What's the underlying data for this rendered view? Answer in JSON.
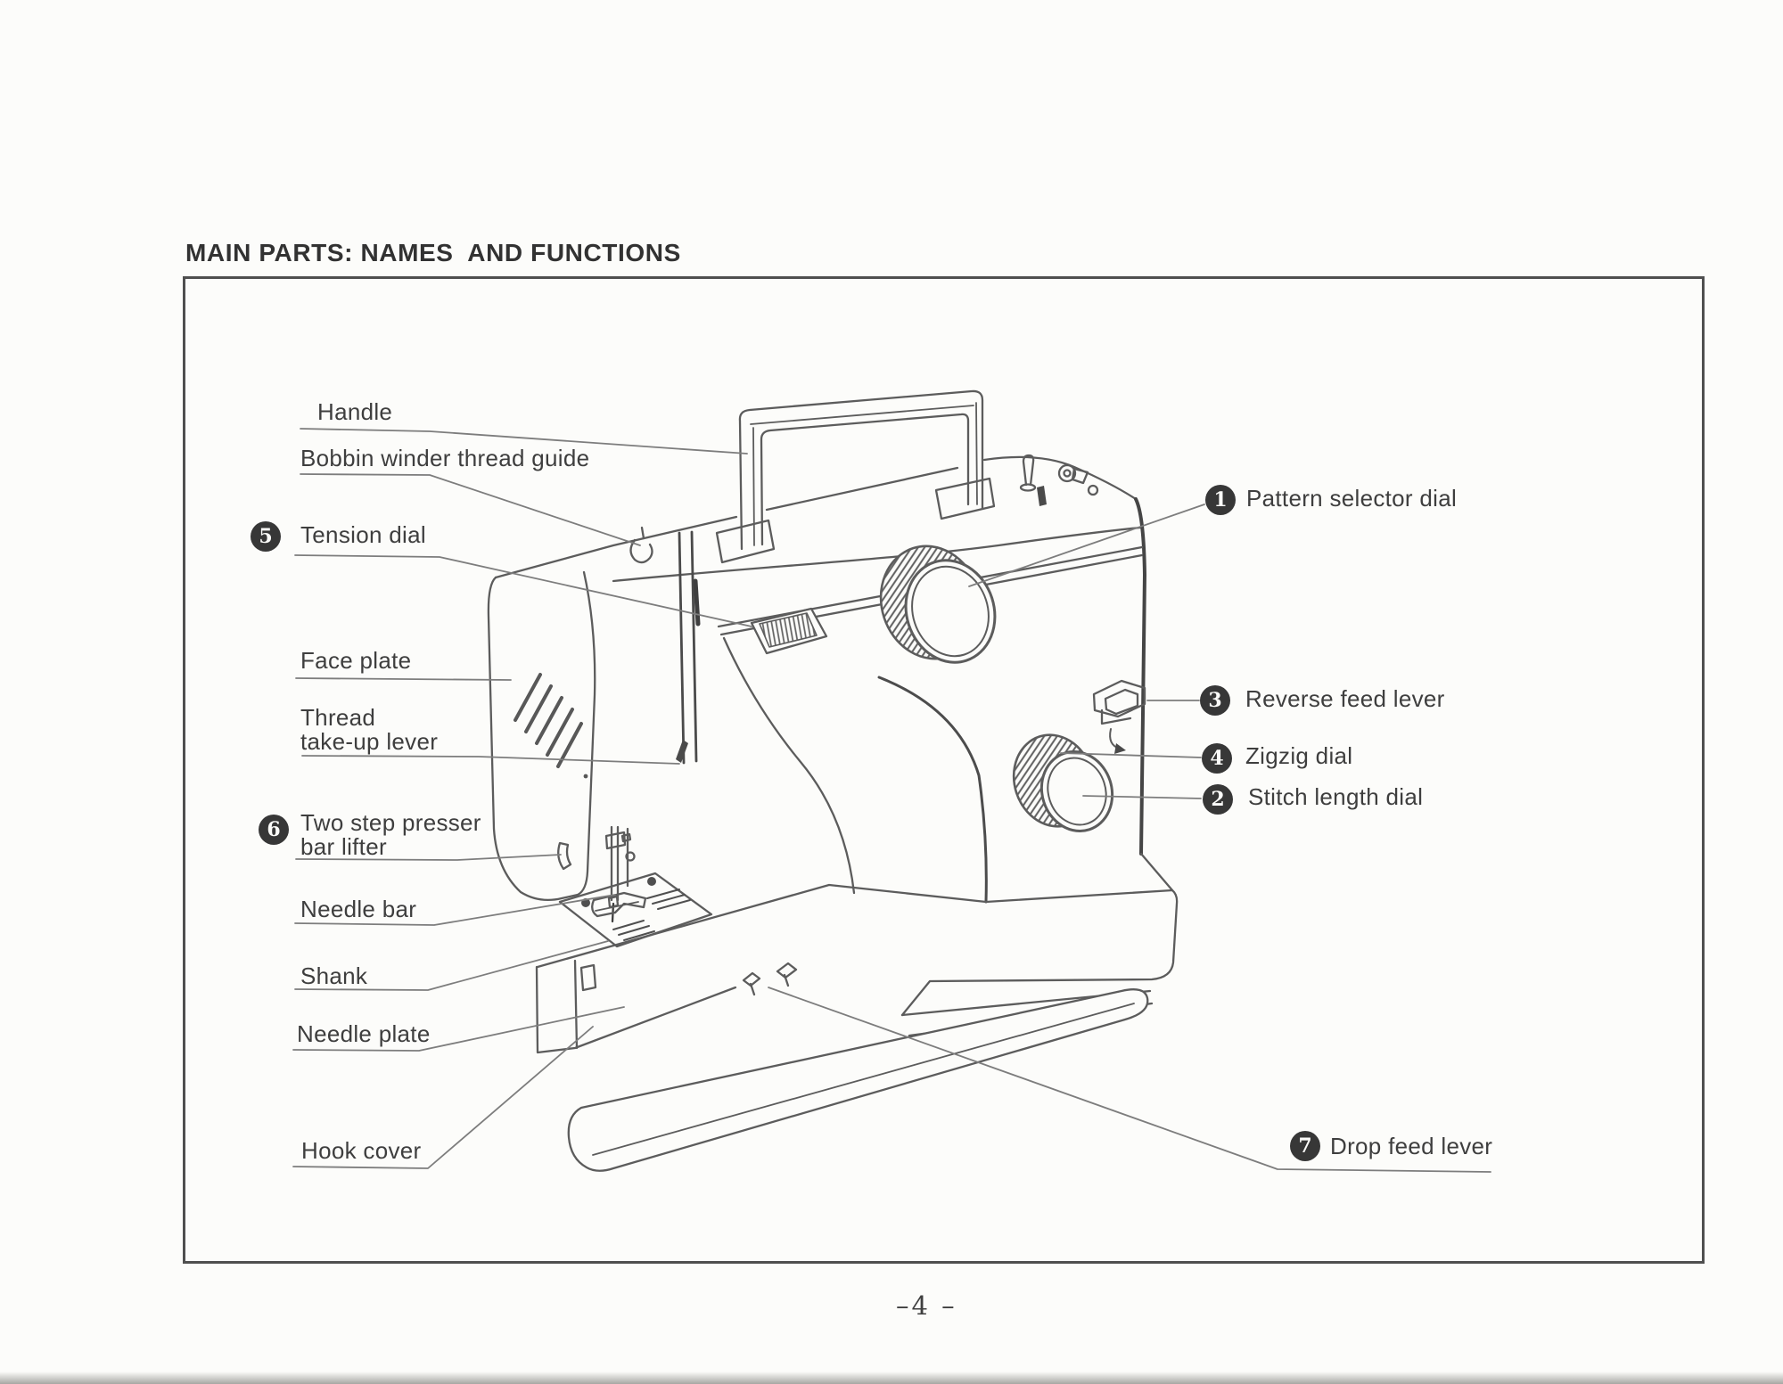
{
  "page": {
    "title": "MAIN PARTS: NAMES  AND FUNCTIONS",
    "page_number": "–4 –"
  },
  "diagram": {
    "subject": "sewing-machine parts diagram, three-quarter front line drawing",
    "colors": {
      "paper": "#fcfcfa",
      "line": "#5c5c5c",
      "dark_line": "#454545",
      "leader": "#7d7d7d",
      "badge": "#373737",
      "text": "#3e3e3e"
    },
    "labels": {
      "handle": {
        "text": "Handle"
      },
      "bobbin_winder_thread_guide": {
        "text": "Bobbin winder thread guide"
      },
      "tension_dial": {
        "number": "5",
        "text": "Tension dial"
      },
      "face_plate": {
        "text": "Face plate"
      },
      "thread_take_up_lever": {
        "text": "Thread\ntake-up lever"
      },
      "two_step_presser_bar_lifter": {
        "number": "6",
        "text": "Two step presser\nbar lifter"
      },
      "needle_bar": {
        "text": "Needle bar"
      },
      "shank": {
        "text": "Shank"
      },
      "needle_plate": {
        "text": "Needle plate"
      },
      "hook_cover": {
        "text": "Hook cover"
      },
      "pattern_selector_dial": {
        "number": "1",
        "text": "Pattern selector dial"
      },
      "reverse_feed_lever": {
        "number": "3",
        "text": "Reverse feed lever"
      },
      "zigzig_dial": {
        "number": "4",
        "text": "Zigzig dial"
      },
      "stitch_length_dial": {
        "number": "2",
        "text": "Stitch length dial"
      },
      "drop_feed_lever": {
        "number": "7",
        "text": "Drop feed lever"
      }
    }
  }
}
